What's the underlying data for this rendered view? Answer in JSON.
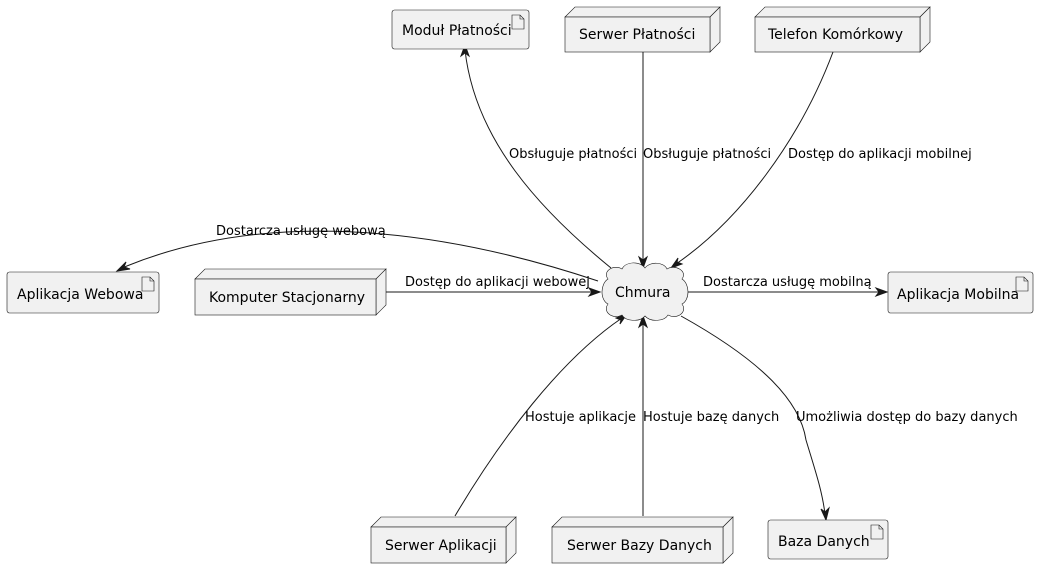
{
  "diagram": {
    "nodes": {
      "cloud": {
        "label": "Chmura",
        "kind": "cloud"
      },
      "payment_module": {
        "label": "Moduł Płatności",
        "kind": "artifact"
      },
      "payment_server": {
        "label": "Serwer Płatności",
        "kind": "node"
      },
      "mobile_phone": {
        "label": "Telefon Komórkowy",
        "kind": "node"
      },
      "web_app": {
        "label": "Aplikacja Webowa",
        "kind": "artifact"
      },
      "desktop": {
        "label": "Komputer Stacjonarny",
        "kind": "node"
      },
      "mobile_app": {
        "label": "Aplikacja Mobilna",
        "kind": "artifact"
      },
      "app_server": {
        "label": "Serwer Aplikacji",
        "kind": "node"
      },
      "db_server": {
        "label": "Serwer Bazy Danych",
        "kind": "node"
      },
      "database": {
        "label": "Baza Danych",
        "kind": "artifact"
      }
    },
    "edges": {
      "cloud_to_payment_module": {
        "from": "cloud",
        "to": "payment_module",
        "label": "Obsługuje płatności"
      },
      "payment_server_to_cloud": {
        "from": "payment_server",
        "to": "cloud",
        "label": "Obsługuje płatności"
      },
      "mobile_phone_to_cloud": {
        "from": "mobile_phone",
        "to": "cloud",
        "label": "Dostęp do aplikacji mobilnej"
      },
      "cloud_to_web_app": {
        "from": "cloud",
        "to": "web_app",
        "label": "Dostarcza usługę webową"
      },
      "desktop_to_cloud": {
        "from": "desktop",
        "to": "cloud",
        "label": "Dostęp do aplikacji webowej"
      },
      "cloud_to_mobile_app": {
        "from": "cloud",
        "to": "mobile_app",
        "label": "Dostarcza usługę mobilną"
      },
      "app_server_to_cloud": {
        "from": "app_server",
        "to": "cloud",
        "label": "Hostuje aplikacje"
      },
      "db_server_to_cloud": {
        "from": "db_server",
        "to": "cloud",
        "label": "Hostuje bazę danych"
      },
      "cloud_to_database": {
        "from": "cloud",
        "to": "database",
        "label": "Umożliwia dostęp do bazy danych"
      }
    }
  }
}
